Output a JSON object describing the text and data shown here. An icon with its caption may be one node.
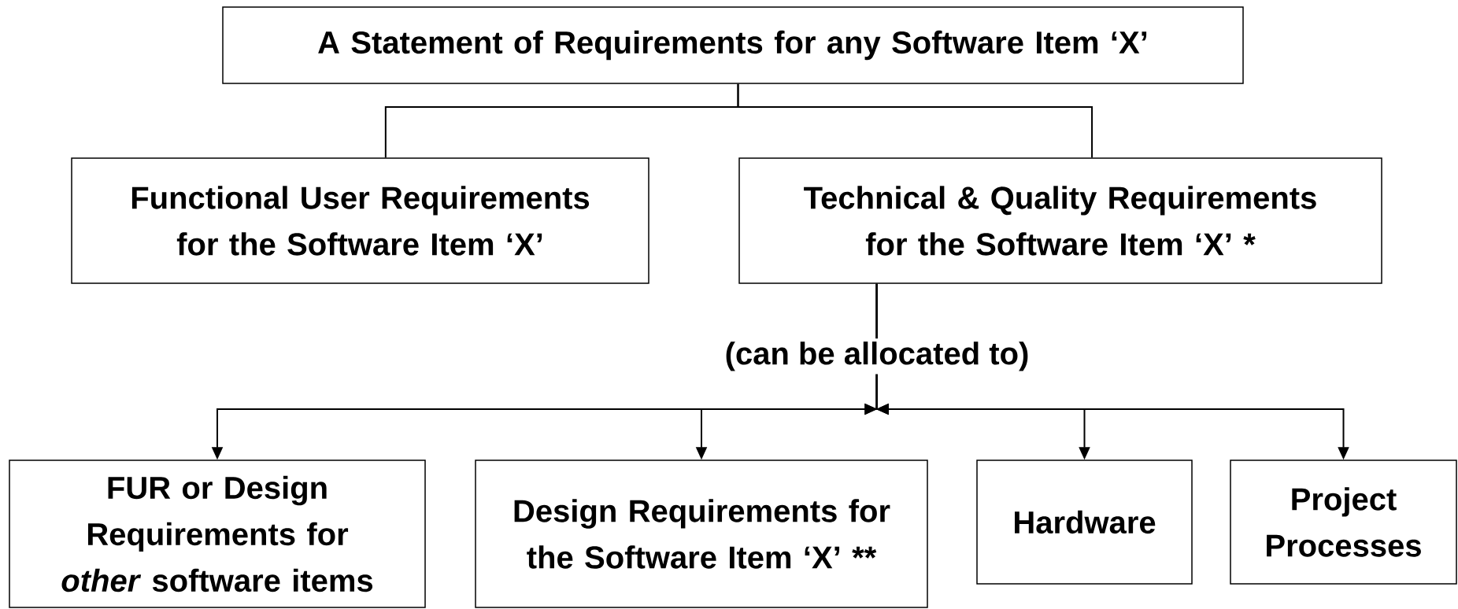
{
  "diagram": {
    "nodes": [
      {
        "text": [
          "A Statement of Requirements for any Software Item ‘X’"
        ]
      },
      {
        "text": [
          "Functional User Requirements for the Software Item ‘X’"
        ]
      },
      {
        "text": [
          "Technical & Quality Requirements for the Software Item ‘X’ *"
        ]
      },
      {
        "text": [
          "FUR or Design Requirements for *other* software items"
        ]
      },
      {
        "text": [
          "Design Requirements for the Software Item ‘X’ **"
        ]
      },
      {
        "text": [
          "Hardware"
        ]
      },
      {
        "text": [
          "Project Processes"
        ]
      }
    ],
    "edges": [
      {
        "from": 0,
        "to": 1,
        "arrow": "none"
      },
      {
        "from": 0,
        "to": 2,
        "arrow": "none"
      },
      {
        "from": 2,
        "to": 3,
        "arrow": "to",
        "label": "(can be allocated to)"
      },
      {
        "from": 2,
        "to": 4,
        "arrow": "to"
      },
      {
        "from": 2,
        "to": 5,
        "arrow": "to"
      },
      {
        "from": 2,
        "to": 6,
        "arrow": "to"
      }
    ]
  }
}
